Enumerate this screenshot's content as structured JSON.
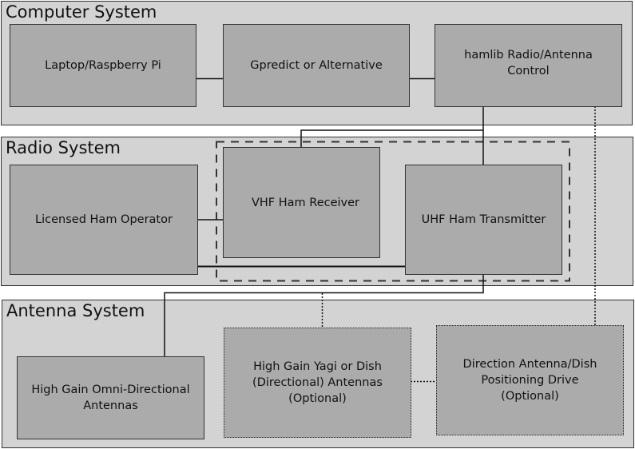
{
  "diagram": {
    "panels": [
      {
        "id": "computer",
        "title": "Computer System",
        "boxes": [
          {
            "id": "laptop",
            "label": "Laptop/Raspberry Pi",
            "style": "solid"
          },
          {
            "id": "gpredict",
            "label": "Gpredict or Alternative",
            "style": "solid"
          },
          {
            "id": "hamlib",
            "label": "hamlib Radio/Antenna\nControl",
            "style": "solid"
          }
        ]
      },
      {
        "id": "radio",
        "title": "Radio System",
        "boxes": [
          {
            "id": "operator",
            "label": "Licensed Ham Operator",
            "style": "solid"
          },
          {
            "id": "vhf",
            "label": "VHF Ham Receiver",
            "style": "solid"
          },
          {
            "id": "uhf",
            "label": "UHF Ham Transmitter",
            "style": "solid"
          }
        ],
        "groups": [
          {
            "id": "radio-equipment-group",
            "members": [
              "vhf",
              "uhf"
            ],
            "style": "dashed"
          }
        ]
      },
      {
        "id": "antenna",
        "title": "Antenna System",
        "boxes": [
          {
            "id": "omni",
            "label": "High Gain Omni-Directional\nAntennas",
            "style": "solid"
          },
          {
            "id": "yagi",
            "label": "High Gain Yagi or Dish\n(Directional) Antennas\n(Optional)",
            "style": "dotted"
          },
          {
            "id": "positioner",
            "label": "Direction Antenna/Dish\nPositioning Drive\n(Optional)",
            "style": "dotted"
          }
        ]
      }
    ],
    "connections": [
      {
        "from": "laptop",
        "to": "gpredict",
        "style": "solid"
      },
      {
        "from": "gpredict",
        "to": "hamlib",
        "style": "solid"
      },
      {
        "from": "hamlib",
        "to": "vhf",
        "style": "solid"
      },
      {
        "from": "hamlib",
        "to": "uhf",
        "style": "solid"
      },
      {
        "from": "operator",
        "to": "vhf",
        "style": "solid"
      },
      {
        "from": "operator",
        "to": "uhf",
        "style": "solid"
      },
      {
        "from": "uhf",
        "to": "omni",
        "style": "solid"
      },
      {
        "from": "uhf",
        "to": "yagi",
        "style": "dotted"
      },
      {
        "from": "hamlib",
        "to": "positioner",
        "style": "dotted"
      },
      {
        "from": "yagi",
        "to": "positioner",
        "style": "dotted"
      }
    ],
    "colors": {
      "panel_fill": "#d3d3d3",
      "box_fill": "#ababab",
      "line": "#111111",
      "background": "#ffffff"
    }
  }
}
